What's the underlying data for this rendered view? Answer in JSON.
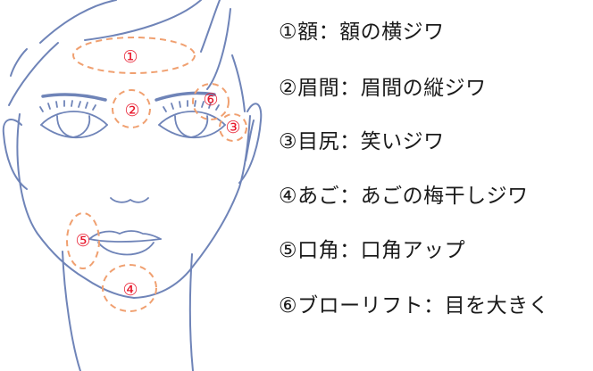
{
  "colors": {
    "face_line": "#6f84b8",
    "marker": "#f0a070",
    "marker_number": "#e8192c",
    "text": "#1a1a1a"
  },
  "markers": [
    "①",
    "②",
    "③",
    "④",
    "⑤",
    "⑥"
  ],
  "labels": [
    "①額：額の横ジワ",
    "②眉間：眉間の縦ジワ",
    "③目尻：笑いジワ",
    "④あご：あごの梅干しジワ",
    "⑤口角：口角アップ",
    "⑥ブローリフト：目を大きく"
  ]
}
